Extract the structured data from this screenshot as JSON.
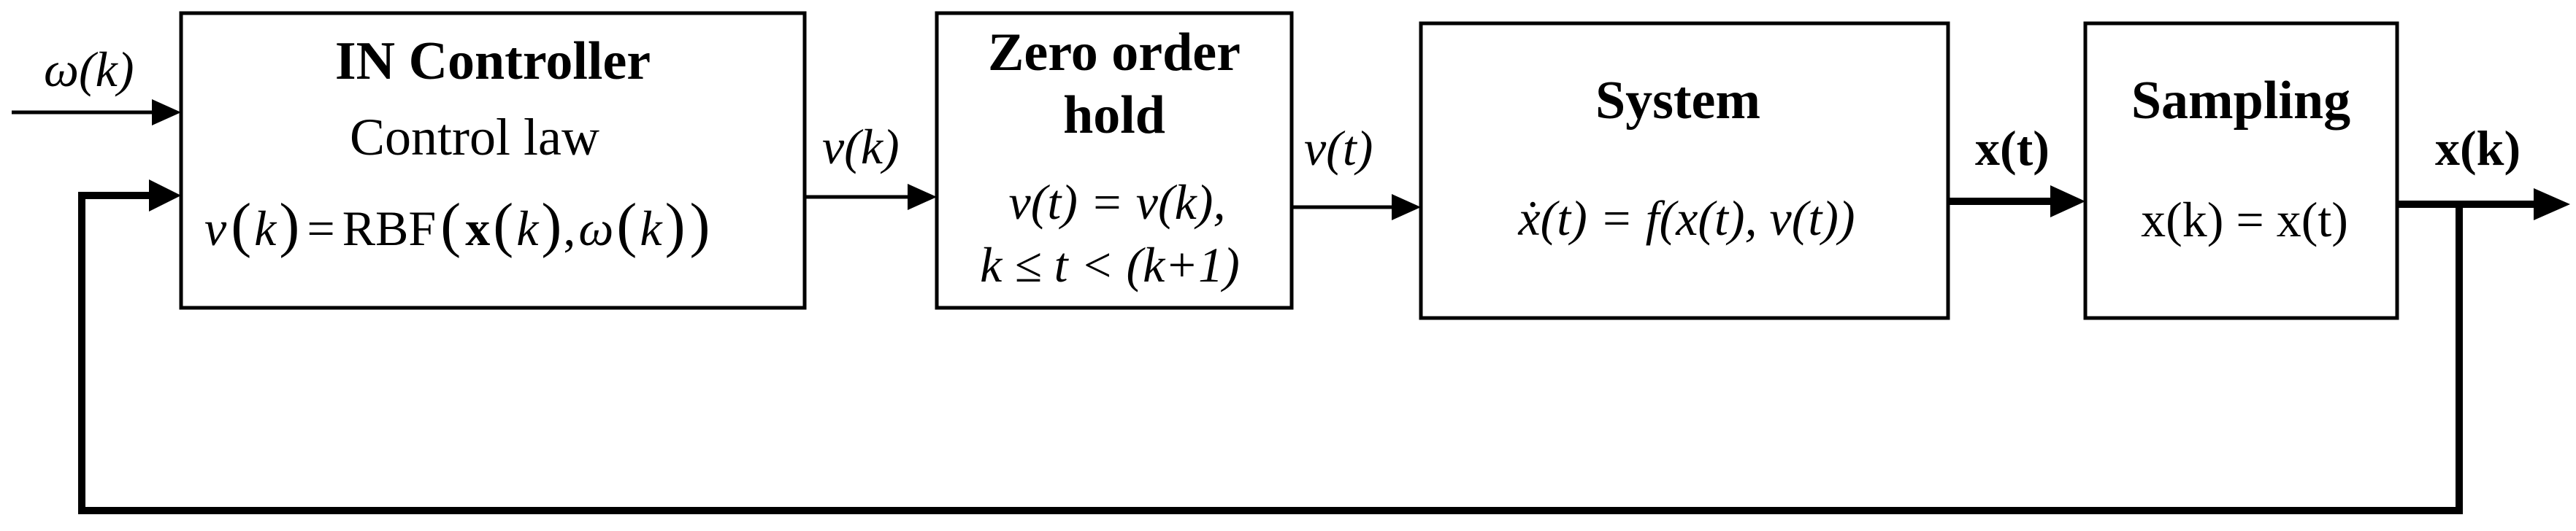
{
  "inputs": {
    "omega_label": "ω(k)"
  },
  "blocks": {
    "controller": {
      "title": "IN Controller",
      "subtitle": "Control law",
      "eq_v": "v",
      "eq_k": "k",
      "eq_eq": "=",
      "eq_rbf": "RBF",
      "eq_x": "x",
      "eq_k2": "k",
      "eq_comma": ",",
      "eq_omega": "ω",
      "eq_k3": "k"
    },
    "zoh": {
      "title_line1": "Zero order",
      "title_line2": "hold",
      "eq1": "v(t) = v(k),",
      "eq2": "k ≤ t < (k+1)"
    },
    "system": {
      "title": "System",
      "eq": "ẋ(t) = f(x(t), v(t))"
    },
    "sampling": {
      "title": "Sampling",
      "eq": "x(k) = x(t)"
    }
  },
  "signals": {
    "v_k": "v(k)",
    "v_t": "v(t)",
    "x_t": "x(t)",
    "x_k": "x(k)"
  }
}
